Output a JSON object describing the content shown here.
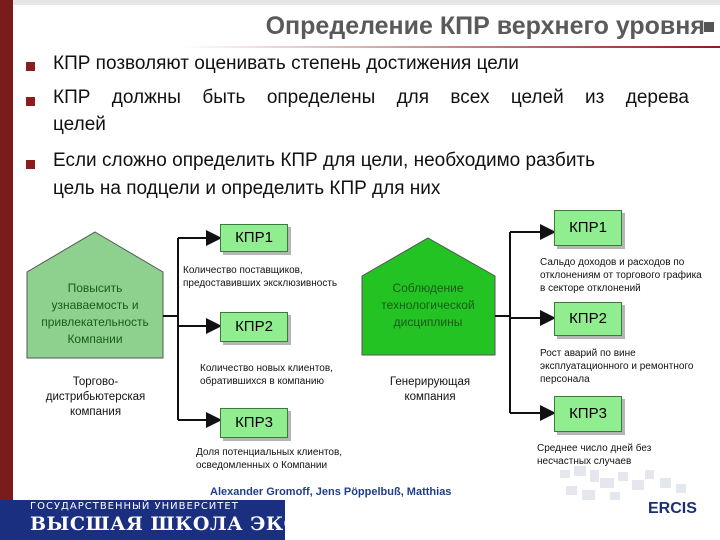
{
  "slide": {
    "title": "Определение КПР верхнего уровня",
    "bullets": [
      "КПР позволяют оценивать степень достижения цели",
      "КПР должны быть определены для всех целей из дерева",
      "целей",
      "Если сложно определить КПР для цели, необходимо разбить",
      "цель на подцели и определить КПР для них"
    ]
  },
  "diagram": {
    "left_goal": "Повысить узнаваемость и привлекательность Компании",
    "left_company": "Торгово- дистрибьютерская компания",
    "mid_goal": "Соблюдение технологической дисциплины",
    "mid_company": "Генерирующая компания",
    "left_kpis": [
      {
        "label": "КПР1",
        "desc": "Количество поставщиков, предоставивших эксклюзивность"
      },
      {
        "label": "КПР2",
        "desc": "Количество новых клиентов, обратившихся в компанию"
      },
      {
        "label": "КПР3",
        "desc": "Доля потенциальных клиентов, осведомленных о Компании"
      }
    ],
    "right_kpis": [
      {
        "label": "КПР1",
        "desc": "Сальдо доходов и расходов по отклонениям от торгового графика в секторе отклонений"
      },
      {
        "label": "КПР2",
        "desc": "Рост аварий по вине эксплуатационного и ремонтного персонала"
      },
      {
        "label": "КПР3",
        "desc": "Среднее число дней без несчастных случаев"
      }
    ]
  },
  "footer": {
    "authors": "Alexander Gromoff, Jens Pöppelbuß, Matthias",
    "uni_top": "ГОСУДАРСТВЕННЫЙ УНИВЕРСИТЕТ",
    "uni_big": "ВЫСШАЯ ШКОЛА ЭКОНОМИКИ",
    "partner": "ERCIS"
  },
  "colors": {
    "accent": "#8a1d1d",
    "box_fill": "#90ee90",
    "pentagon_left": "#8ed18e",
    "pentagon_mid": "#22c322"
  }
}
